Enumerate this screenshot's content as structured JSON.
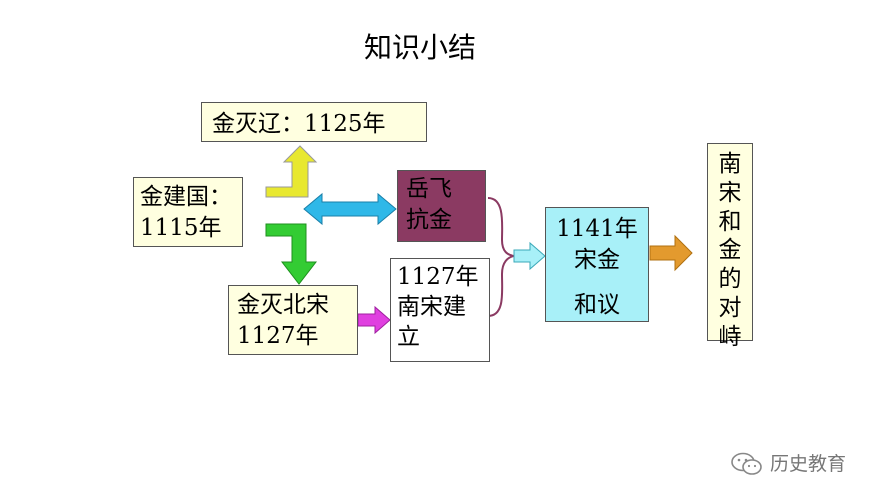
{
  "title": "知识小结",
  "nodes": {
    "liao": "金灭辽：1125年",
    "jin_line1": "金建国：",
    "jin_line2": "1115年",
    "yue_line1": "岳飞",
    "yue_line2": "抗金",
    "north_song_line1": "金灭北宋",
    "north_song_line2": "1127年",
    "south_song_line1": "1127年",
    "south_song_line2": "南宋建",
    "south_song_line3": "立",
    "treaty_line1": "1141年",
    "treaty_line2": "宋金",
    "treaty_line3": "和议",
    "standoff_chars": [
      "南",
      "宋",
      "和",
      "金",
      "的",
      "对",
      "峙"
    ]
  },
  "footer": {
    "icon": "wechat-icon",
    "text": "历史教育"
  },
  "colors": {
    "note_fill": "#FFFFE0",
    "yue_fill": "#8B3A62",
    "treaty_fill": "#A8F0F8",
    "arrow_yellow": "#E8E830",
    "arrow_green": "#33CC33",
    "arrow_cyan": "#2FB8E8",
    "arrow_magenta": "#E040E0",
    "arrow_orange": "#E39A2E",
    "brace": "#8B3A62"
  }
}
